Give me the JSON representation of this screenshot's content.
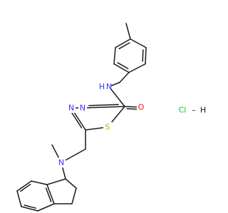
{
  "molecule": {
    "atom_labels": {
      "amide_n": "N",
      "amide_h": "H",
      "carbonyl_o": "O",
      "ring_n3": "N",
      "ring_n4": "N",
      "ring_s": "S",
      "amine_n": "N"
    },
    "salt": {
      "cl": "Cl",
      "h": "H",
      "bond_symbol": "–"
    },
    "colors": {
      "bond": "#1a1a1a",
      "carbon": "#1a1a1a",
      "nitrogen": "#3333ff",
      "oxygen": "#ff0d0d",
      "sulfur": "#b3b300",
      "chlorine": "#1fbf1f"
    }
  }
}
